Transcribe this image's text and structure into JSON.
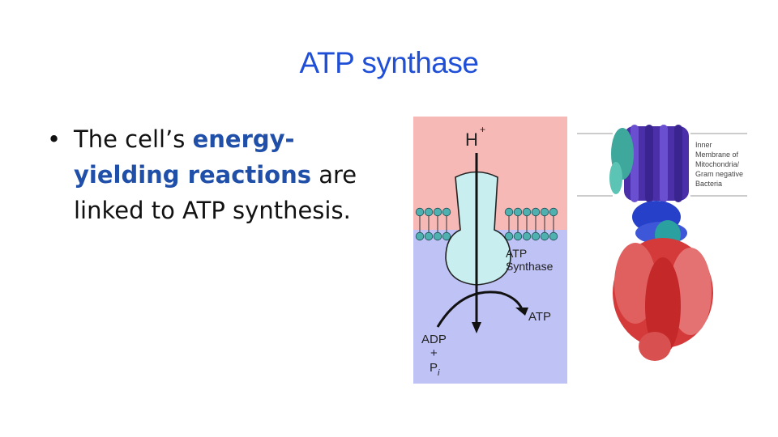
{
  "slide": {
    "title": "ATP synthase",
    "bullet": {
      "prefix": "The cell’s ",
      "highlight": "energy-yielding reactions",
      "suffix": " are linked to ATP synthesis."
    }
  },
  "diagram": {
    "proton_label": "H",
    "proton_sup": "+",
    "enzyme_label_line1": "ATP",
    "enzyme_label_line2": "Synthase",
    "product_label": "ATP",
    "substrate_line1": "ADP",
    "substrate_line2": "+",
    "substrate_line3": "P",
    "substrate_sub": "i",
    "colors": {
      "intermembrane_space": "#f7b9b6",
      "matrix": "#bfc2f5",
      "enzyme": "#c9eef0",
      "lipid_head": "#4fb0b0"
    }
  },
  "structure_image": {
    "label_line1": "Inner",
    "label_line2": "Membrane of",
    "label_line3": "Mitochondria/",
    "label_line4": "Gram negative",
    "label_line5": "Bacteria",
    "colors": {
      "membrane_subunits": "#4a2fa8",
      "stalk": "#2740c9",
      "head": "#d43a3a",
      "teal_subunit": "#3fa89c"
    }
  }
}
